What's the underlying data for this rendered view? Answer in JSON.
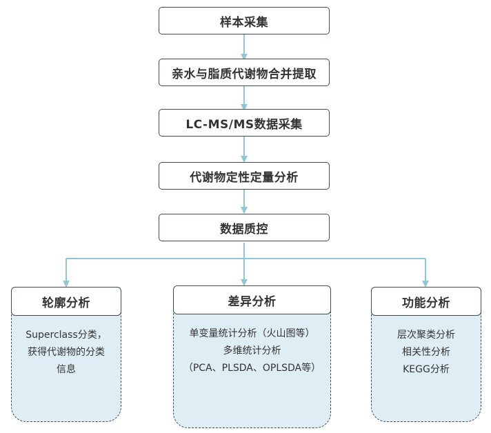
{
  "steps": [
    {
      "label": "样本采集"
    },
    {
      "label": "亲水与脂质代谢物合并提取"
    },
    {
      "label": "LC-MS/MS数据采集"
    },
    {
      "label": "代谢物定性定量分析"
    },
    {
      "label": "数据质控"
    }
  ],
  "branches": [
    {
      "title": "轮廓分析",
      "lines": [
        "Superclass分类，",
        "获得代谢物的分类",
        "信息"
      ]
    },
    {
      "title": "差异分析",
      "lines": [
        "单变量统计分析（火山图等）",
        "多维统计分析",
        "（PCA、PLSDA、OPLSDA等）"
      ]
    },
    {
      "title": "功能分析",
      "lines": [
        "层次聚类分析",
        "相关性分析",
        "KEGG分析"
      ]
    }
  ],
  "colors": {
    "connector": "#8cc8d8",
    "border": "#3f4a56",
    "branch_fill": "#deeef4",
    "text": "#333333"
  }
}
